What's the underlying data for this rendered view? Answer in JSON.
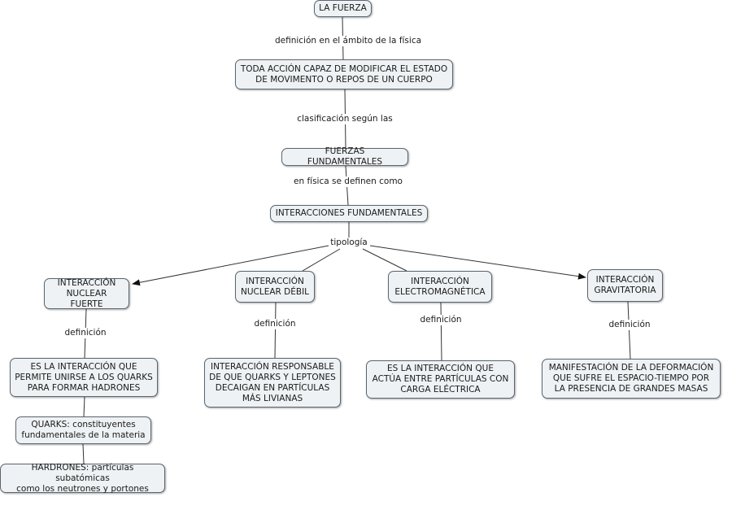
{
  "nodes": {
    "fuerza": "LA FUERZA",
    "definicion": "TODA ACCIÓN CAPAZ DE MODIFICAR EL ESTADO\nDE MOVIMENTO O REPOS DE UN CUERPO",
    "fundamentales": "FUERZAS FUNDAMENTALES",
    "interacciones": "INTERACCIONES FUNDAMENTALES",
    "fuerte": "INTERACCIÓN\nNUCLEAR FUERTE",
    "debil": "INTERACCIÓN\nNUCLEAR DÉBIL",
    "electro": "INTERACCIÓN\nELECTROMAGNÉTICA",
    "grav": "INTERACCIÓN\nGRAVITATORIA",
    "fuerte_def": "ES LA INTERACCIÓN QUE\nPERMITE UNIRSE A LOS QUARKS\nPARA FORMAR HADRONES",
    "debil_def": "INTERACCIÓN RESPONSABLE\nDE QUE QUARKS Y LEPTONES\nDECAIGAN EN PARTÍCULAS\nMÁS LIVIANAS",
    "electro_def": "ES LA INTERACCIÓN QUE\nACTÚA ENTRE PARTÍCULAS CON\nCARGA ELÉCTRICA",
    "grav_def": "MANIFESTACIÓN DE LA DEFORMACIÓN\nQUE SUFRE EL ESPACIO-TIEMPO POR\nLA PRESENCIA DE GRANDES MASAS",
    "quarks": "QUARKS: constituyentes\nfundamentales de la materia",
    "hadrones": "HARDRONES: partículas subatómicas\ncomo los neutrones y portones"
  },
  "links": {
    "def_fisica": "definición en el ámbito de la física",
    "clasificacion": "clasificación según las",
    "en_fisica": "en física se definen como",
    "tipologia": "tipología",
    "def1": "definición",
    "def2": "definición",
    "def3": "definición",
    "def4": "definición"
  }
}
